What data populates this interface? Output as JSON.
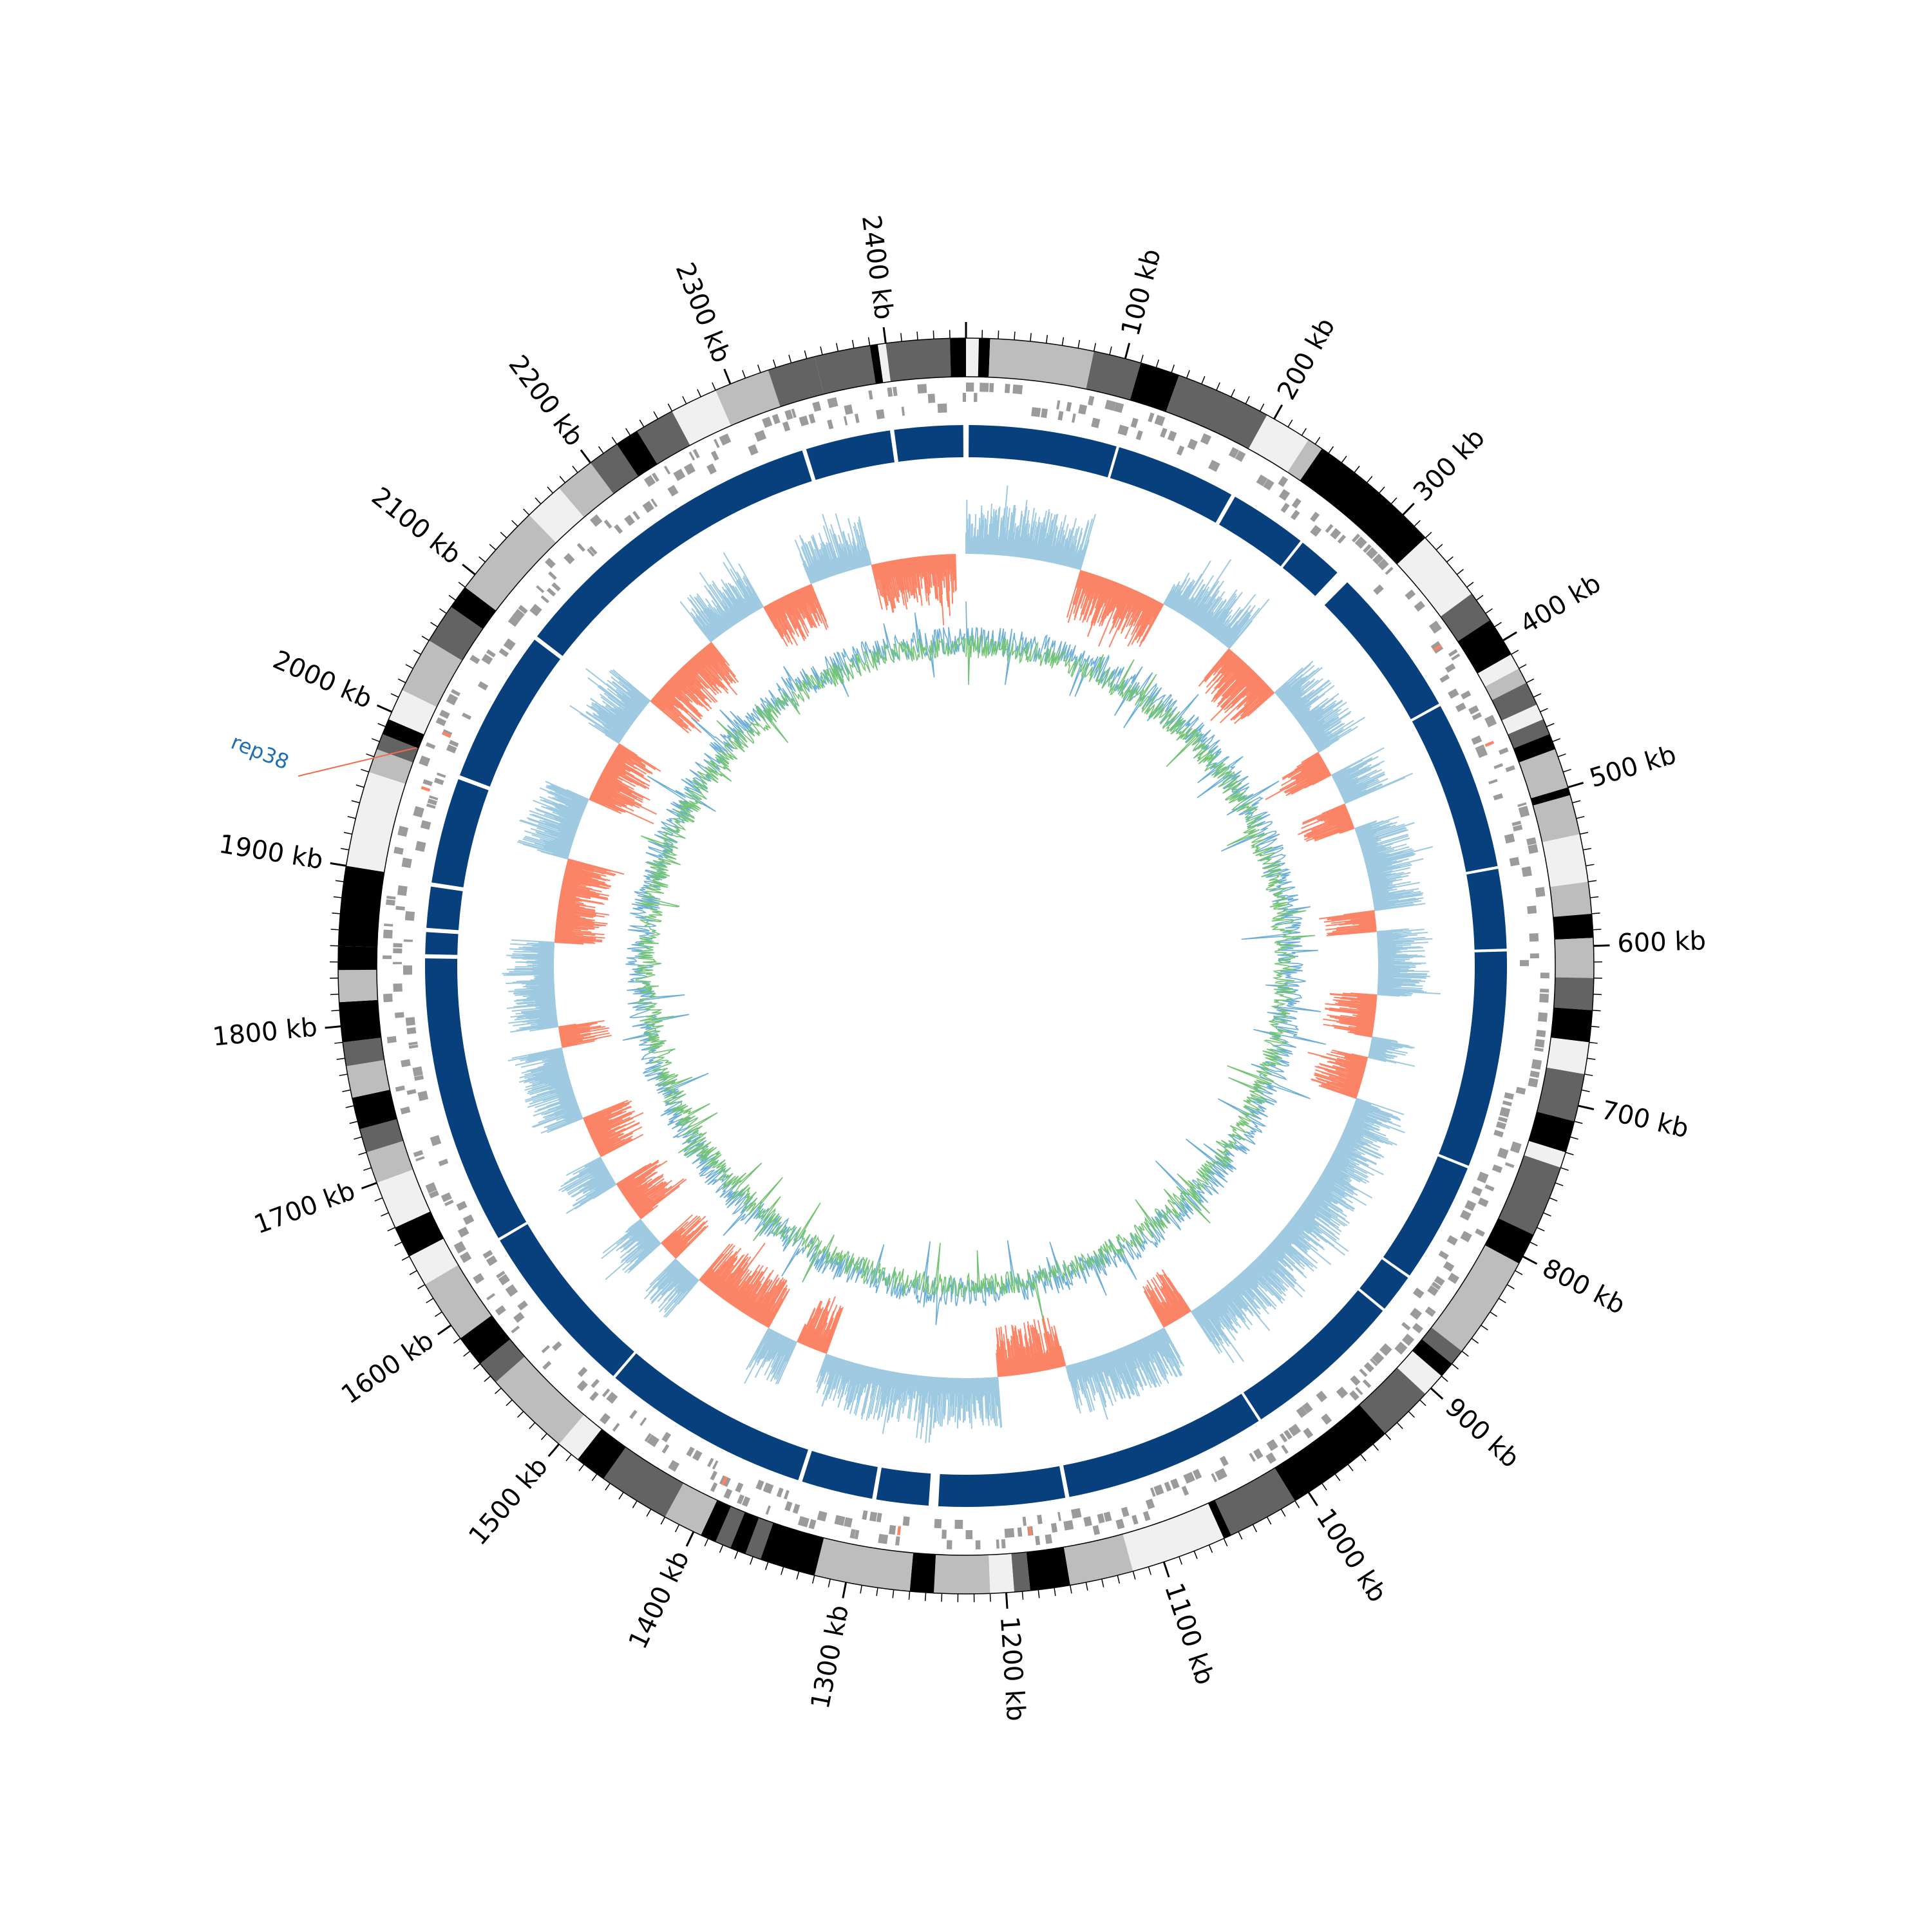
{
  "genome": {
    "length_kb": 2450,
    "tick_label_suffix": " kb",
    "major_tick_step_kb": 100,
    "minor_tick_step_kb": 10,
    "tick_labels": [
      "100 kb",
      "200 kb",
      "300 kb",
      "400 kb",
      "500 kb",
      "600 kb",
      "700 kb",
      "800 kb",
      "900 kb",
      "1000 kb",
      "1100 kb",
      "1200 kb",
      "1300 kb",
      "1400 kb",
      "1500 kb",
      "1600 kb",
      "1700 kb",
      "1800 kb",
      "1900 kb",
      "2000 kb",
      "2100 kb",
      "2200 kb",
      "2300 kb",
      "2400 kb"
    ]
  },
  "annotation": {
    "label": "rep38",
    "position_kb": 1985,
    "label_color": "#1f6fb2",
    "line_color": "#f26b4f"
  },
  "colors": {
    "ideogram_shades": [
      "#f0f0f0",
      "#bdbdbd",
      "#636363",
      "#000000"
    ],
    "gene_track": "#9b9b9b",
    "contig_track": "#08407e",
    "skew_positive": "#9ecae1",
    "skew_negative": "#fb8466",
    "gc_content_a": "#6baed6",
    "gc_content_b": "#74c476"
  },
  "ideogram_bands": [
    [
      0,
      8,
      0
    ],
    [
      8,
      15,
      3
    ],
    [
      15,
      80,
      1
    ],
    [
      80,
      110,
      2
    ],
    [
      110,
      135,
      3
    ],
    [
      135,
      195,
      2
    ],
    [
      195,
      225,
      0
    ],
    [
      225,
      235,
      1
    ],
    [
      235,
      320,
      3
    ],
    [
      320,
      365,
      0
    ],
    [
      365,
      385,
      2
    ],
    [
      385,
      410,
      3
    ],
    [
      410,
      420,
      0
    ],
    [
      420,
      430,
      1
    ],
    [
      430,
      445,
      2
    ],
    [
      445,
      455,
      0
    ],
    [
      455,
      465,
      2
    ],
    [
      465,
      475,
      3
    ],
    [
      475,
      500,
      1
    ],
    [
      500,
      505,
      3
    ],
    [
      505,
      530,
      1
    ],
    [
      530,
      560,
      0
    ],
    [
      560,
      580,
      1
    ],
    [
      580,
      595,
      3
    ],
    [
      595,
      620,
      1
    ],
    [
      620,
      640,
      2
    ],
    [
      640,
      660,
      3
    ],
    [
      660,
      680,
      0
    ],
    [
      680,
      710,
      2
    ],
    [
      710,
      730,
      3
    ],
    [
      730,
      740,
      0
    ],
    [
      740,
      785,
      2
    ],
    [
      785,
      805,
      3
    ],
    [
      805,
      870,
      1
    ],
    [
      870,
      880,
      2
    ],
    [
      880,
      890,
      3
    ],
    [
      890,
      905,
      0
    ],
    [
      905,
      940,
      2
    ],
    [
      940,
      1010,
      3
    ],
    [
      1010,
      1055,
      2
    ],
    [
      1055,
      1060,
      3
    ],
    [
      1060,
      1120,
      0
    ],
    [
      1120,
      1160,
      1
    ],
    [
      1160,
      1185,
      3
    ],
    [
      1185,
      1195,
      2
    ],
    [
      1195,
      1210,
      0
    ],
    [
      1210,
      1245,
      1
    ],
    [
      1245,
      1260,
      3
    ],
    [
      1260,
      1320,
      1
    ],
    [
      1320,
      1355,
      3
    ],
    [
      1355,
      1365,
      2
    ],
    [
      1365,
      1375,
      3
    ],
    [
      1375,
      1385,
      2
    ],
    [
      1385,
      1395,
      3
    ],
    [
      1395,
      1420,
      1
    ],
    [
      1420,
      1465,
      2
    ],
    [
      1465,
      1485,
      3
    ],
    [
      1485,
      1500,
      0
    ],
    [
      1500,
      1555,
      1
    ],
    [
      1555,
      1570,
      2
    ],
    [
      1570,
      1590,
      3
    ],
    [
      1590,
      1630,
      1
    ],
    [
      1630,
      1650,
      0
    ],
    [
      1650,
      1670,
      3
    ],
    [
      1670,
      1700,
      0
    ],
    [
      1700,
      1720,
      1
    ],
    [
      1720,
      1735,
      2
    ],
    [
      1735,
      1755,
      3
    ],
    [
      1755,
      1775,
      1
    ],
    [
      1775,
      1790,
      2
    ],
    [
      1790,
      1815,
      3
    ],
    [
      1815,
      1835,
      1
    ],
    [
      1835,
      1850,
      3
    ],
    [
      1850,
      1900,
      3
    ],
    [
      1900,
      1960,
      0
    ],
    [
      1960,
      1975,
      1
    ],
    [
      1975,
      1985,
      2
    ],
    [
      1985,
      1995,
      3
    ],
    [
      1995,
      2015,
      0
    ],
    [
      2015,
      2050,
      1
    ],
    [
      2050,
      2075,
      2
    ],
    [
      2075,
      2090,
      3
    ],
    [
      2090,
      2150,
      1
    ],
    [
      2150,
      2175,
      0
    ],
    [
      2175,
      2200,
      1
    ],
    [
      2200,
      2220,
      2
    ],
    [
      2220,
      2235,
      3
    ],
    [
      2235,
      2260,
      2
    ],
    [
      2260,
      2290,
      0
    ],
    [
      2290,
      2325,
      1
    ],
    [
      2325,
      2355,
      2
    ],
    [
      2355,
      2390,
      2
    ],
    [
      2390,
      2395,
      3
    ],
    [
      2395,
      2400,
      0
    ],
    [
      2400,
      2440,
      2
    ],
    [
      2440,
      2450,
      3
    ]
  ],
  "contigs_kb": [
    [
      2,
      110
    ],
    [
      112,
      200
    ],
    [
      203,
      260
    ],
    [
      262,
      295
    ],
    [
      305,
      415
    ],
    [
      417,
      540
    ],
    [
      542,
      600
    ],
    [
      602,
      760
    ],
    [
      762,
      850
    ],
    [
      852,
      880
    ],
    [
      882,
      1000
    ],
    [
      1002,
      1150
    ],
    [
      1153,
      1245
    ],
    [
      1252,
      1290
    ],
    [
      1293,
      1345
    ],
    [
      1348,
      1500
    ],
    [
      1502,
      1630
    ],
    [
      1632,
      1843
    ],
    [
      1846,
      1862
    ],
    [
      1865,
      1895
    ],
    [
      1898,
      1975
    ],
    [
      1978,
      2090
    ],
    [
      2093,
      2330
    ],
    [
      2333,
      2395
    ],
    [
      2398,
      2448
    ]
  ],
  "gc_skew_regions_kb": [
    [
      0,
      50,
      1
    ],
    [
      50,
      110,
      1
    ],
    [
      110,
      195,
      -1
    ],
    [
      195,
      270,
      1
    ],
    [
      270,
      330,
      -1
    ],
    [
      330,
      400,
      1
    ],
    [
      400,
      425,
      -1
    ],
    [
      425,
      455,
      1
    ],
    [
      455,
      480,
      -1
    ],
    [
      480,
      560,
      1
    ],
    [
      560,
      580,
      -1
    ],
    [
      580,
      640,
      1
    ],
    [
      640,
      680,
      -1
    ],
    [
      680,
      700,
      1
    ],
    [
      700,
      740,
      -1
    ],
    [
      740,
      1000,
      1
    ],
    [
      1000,
      1030,
      -1
    ],
    [
      1030,
      1130,
      1
    ],
    [
      1130,
      1195,
      -1
    ],
    [
      1195,
      1360,
      1
    ],
    [
      1360,
      1390,
      -1
    ],
    [
      1390,
      1420,
      1
    ],
    [
      1420,
      1470,
      -1
    ],
    [
      1470,
      1500,
      -1
    ],
    [
      1500,
      1530,
      1
    ],
    [
      1530,
      1550,
      -1
    ],
    [
      1550,
      1580,
      1
    ],
    [
      1580,
      1620,
      -1
    ],
    [
      1620,
      1650,
      1
    ],
    [
      1650,
      1690,
      -1
    ],
    [
      1690,
      1760,
      1
    ],
    [
      1760,
      1780,
      -1
    ],
    [
      1780,
      1860,
      1
    ],
    [
      1860,
      1940,
      -1
    ],
    [
      1940,
      2000,
      1
    ],
    [
      2000,
      2060,
      -1
    ],
    [
      2060,
      2110,
      1
    ],
    [
      2110,
      2190,
      -1
    ],
    [
      2190,
      2250,
      1
    ],
    [
      2250,
      2300,
      -1
    ],
    [
      2300,
      2360,
      1
    ],
    [
      2360,
      2440,
      -1
    ]
  ]
}
